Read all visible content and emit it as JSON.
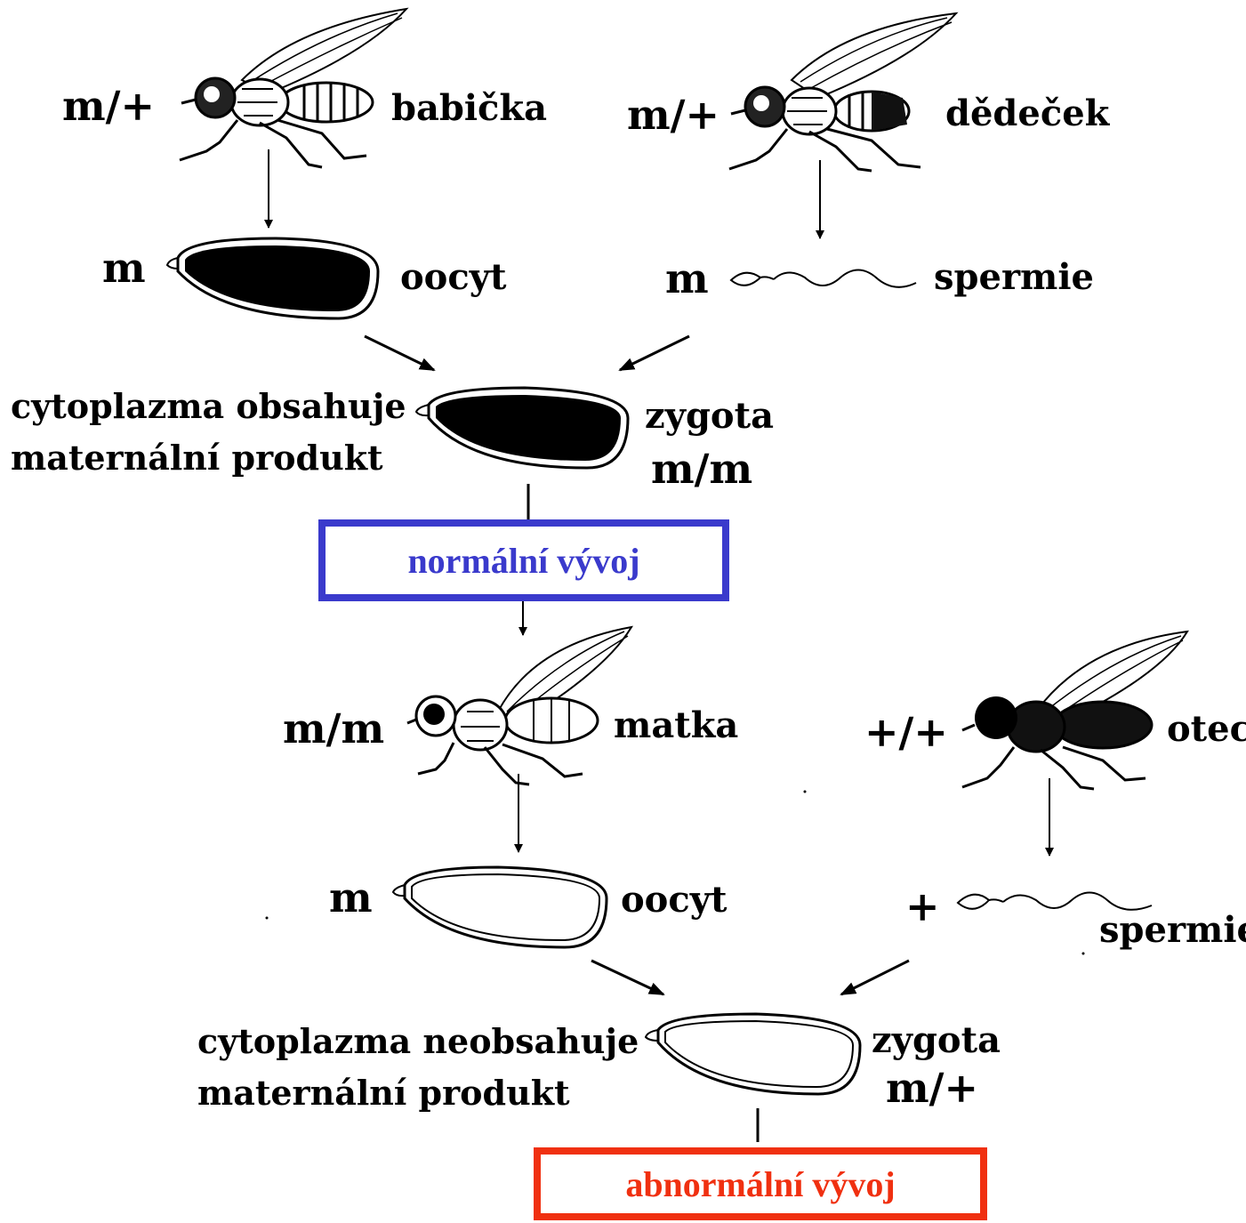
{
  "generation1": {
    "grandmother": {
      "genotype": "m/+",
      "label": "babička"
    },
    "grandfather": {
      "genotype": "m/+",
      "label": "dědeček"
    },
    "oocyte": {
      "genotype": "m",
      "label": "oocyt"
    },
    "sperm": {
      "genotype": "m",
      "label": "spermie"
    },
    "cytoplasm_line1": "cytoplazma  obsahuje",
    "cytoplasm_line2": "maternální  produkt",
    "zygote": {
      "label": "zygota",
      "genotype": "m/m"
    },
    "outcome": {
      "label": "normální vývoj",
      "color": "#3a3acc"
    }
  },
  "generation2": {
    "mother": {
      "genotype": "m/m",
      "label": "matka"
    },
    "father": {
      "genotype": "+/+",
      "label": "otec"
    },
    "oocyte": {
      "genotype": "m",
      "label": "oocyt"
    },
    "sperm": {
      "genotype": "+",
      "label": "spermie"
    },
    "cytoplasm_line1": "cytoplazma  neobsahuje",
    "cytoplasm_line2": "maternální  produkt",
    "zygote": {
      "label": "zygota",
      "genotype": "m/+"
    },
    "outcome": {
      "label": "abnormální vývoj",
      "color": "#f03010"
    }
  },
  "icons": [
    "fly-icon",
    "oocyte-icon",
    "sperm-icon",
    "zygote-icon"
  ]
}
